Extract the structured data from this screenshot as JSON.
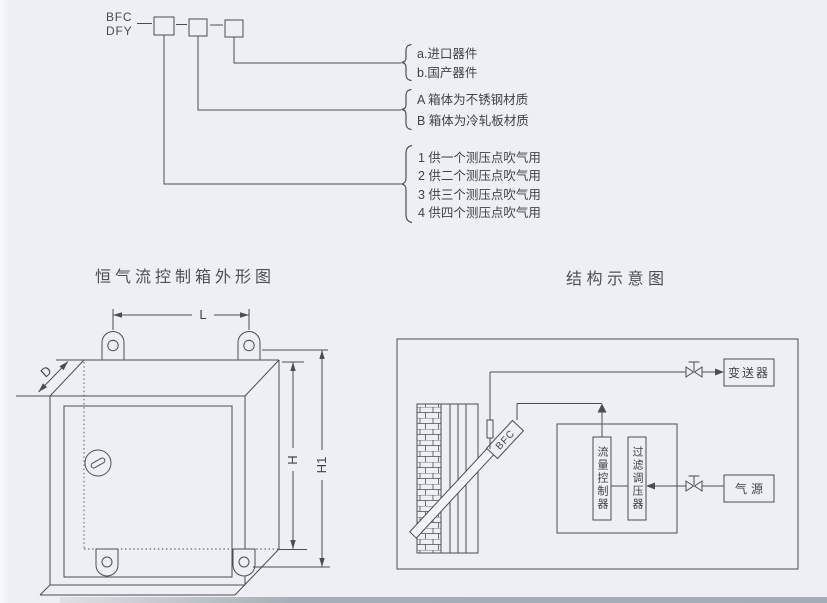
{
  "model_code": {
    "series": [
      "BFC",
      "DFY"
    ],
    "position_groups": [
      {
        "options": [
          "a.进口器件",
          "b.国产器件"
        ]
      },
      {
        "options": [
          "A 箱体为不锈钢材质",
          "B 箱体为冷轧板材质"
        ]
      },
      {
        "options": [
          "1 供一个测压点吹气用",
          "2 供二个测压点吹气用",
          "3 供三个测压点吹气用",
          "4 供四个测压点吹气用"
        ]
      }
    ]
  },
  "outline": {
    "title": "恒气流控制箱外形图",
    "dim_length": "L",
    "dim_depth": "D",
    "dim_height": "H",
    "dim_total_height": "H1"
  },
  "schematic": {
    "title": "结构示意图",
    "transmitter": "变送器",
    "air_source": "气源",
    "flow_controller": "流量控制器",
    "filter_regulator": "过滤调压器",
    "pipe_label": "BFC"
  },
  "colors": {
    "line": "#4a4e53",
    "text": "#3f444b",
    "background": "#edeff4"
  }
}
